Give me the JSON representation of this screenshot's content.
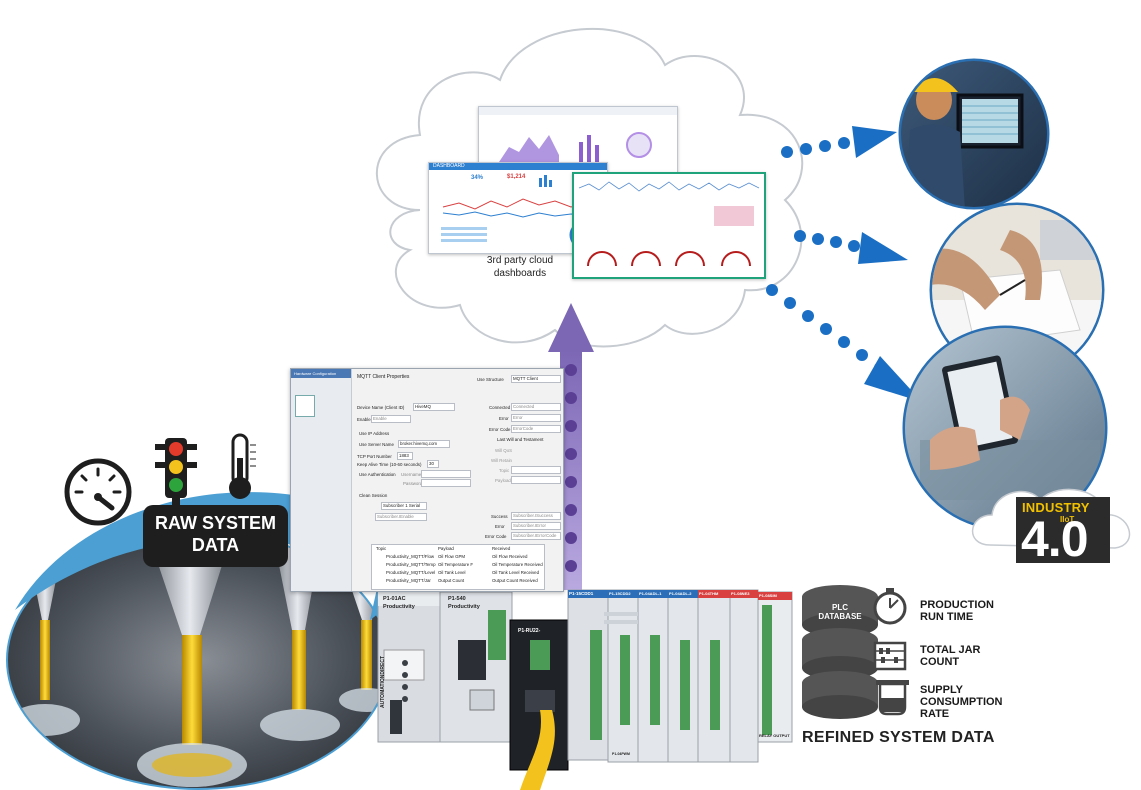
{
  "cloud": {
    "caption": "3rd party cloud dashboards",
    "dashboard_title": "DASHBOARD",
    "kpi_value": "$1,214",
    "kpi_percent": "34%"
  },
  "raw_label": "RAW SYSTEM DATA",
  "mqtt_window": {
    "app_title": "Hardware Configuration",
    "title": "MQTT Client Properties",
    "fields": {
      "device_name_label": "Device Name (Client ID)",
      "device_name_value": "HiveMQ",
      "enable_label": "Enable",
      "enable_value": "Enable",
      "use_ip_label": "Use IP Address",
      "use_server_label": "Use Server Name",
      "server_value": "broker.hivemq.com",
      "tcp_port_label": "TCP Port Number",
      "tcp_port_value": "1883",
      "keep_alive_label": "Keep Alive Time (10-60 seconds)",
      "keep_alive_value": "30",
      "use_auth_label": "Use Authentication",
      "username_label": "Username",
      "password_label": "Password",
      "clean_session_label": "Clean Session",
      "use_structure_label": "Use Structure",
      "structure_value": "MQTT Client",
      "connected_label": "Connected",
      "connected_value": "Connected",
      "error_label": "Error",
      "error_value": "Error",
      "error_code_label": "Error Code",
      "error_code_value": "ErrorCode",
      "last_will_label": "Last Will and Testament",
      "will_qos_label": "Will QoS",
      "will_retain_label": "Will Retain",
      "topic_label": "Topic",
      "payload_label": "Payload",
      "subscriber_tab": "Subscriber 1 Serial",
      "subscriber_enable": "Subscriber.IEnable",
      "success_label": "Success",
      "success_value": "Subscriber.ISuccess",
      "sub_error_label": "Error",
      "sub_error_value": "Subscriber.IError",
      "sub_error_code_label": "Error Code",
      "sub_error_code_value": "Subscriber.IErrorCode"
    },
    "table": {
      "headers": [
        "Topic",
        "Payload",
        "Received"
      ],
      "rows": [
        [
          "Productivity_MQTT/Flow",
          "Oil Flow GPM",
          "Oil Flow Received"
        ],
        [
          "Productivity_MQTT/Temp",
          "Oil Temperature F",
          "Oil Temperature Received"
        ],
        [
          "Productivity_MQTT/Level",
          "Oil Tank Level",
          "Oil Tank Level Received"
        ],
        [
          "Productivity_MQTT/Jar",
          "Output Count",
          "Output Count Received"
        ]
      ]
    }
  },
  "plc": {
    "power_module": "P1-01AC",
    "cpu_module": "P1-540",
    "brand": "Productivity",
    "modules": [
      "P1-15CDD1",
      "P1-15CDD2",
      "P1-04ADL-1",
      "P1-04ADL-2",
      "P1-04THM",
      "P1-08NE3",
      "P1-08SIM",
      "P1-04PWM"
    ],
    "small_cpu": "P1-RU22-",
    "relay_output": "RELAY OUTPUT",
    "maker": "AUTOMATIONDIRECT"
  },
  "database": {
    "label": "PLC DATABASE",
    "metrics": [
      {
        "label": "PRODUCTION RUN TIME",
        "icon": "stopwatch-icon"
      },
      {
        "label": "TOTAL JAR COUNT",
        "icon": "abacus-icon"
      },
      {
        "label": "SUPPLY CONSUMPTION RATE",
        "icon": "beaker-icon"
      }
    ]
  },
  "refined_label": "REFINED SYSTEM DATA",
  "industry": {
    "top": "INDUSTRY",
    "sub": "IIoT",
    "number": "4.0"
  },
  "colors": {
    "arrow_blue": "#1a6fc4",
    "arrow_purple": "#8f7cc2",
    "oil_yellow": "#e9b400",
    "raw_box": "#1e1e1e",
    "db_grey": "#555555",
    "relay_red": "#d94040",
    "industry_yellow": "#f1c100"
  }
}
